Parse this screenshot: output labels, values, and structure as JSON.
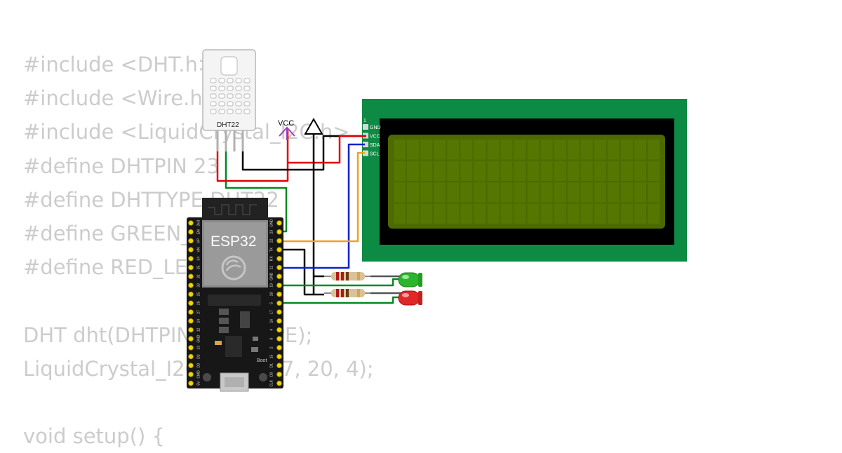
{
  "code_lines": [
    "#include <DHT.h>",
    "#include <Wire.h>",
    "#include <LiquidCrystal_I2C.h>",
    "#define DHTPIN 23",
    "#define DHTTYPE DHT22",
    "#define GREEN_LED 18",
    "#define RED_LED 5",
    "",
    "DHT dht(DHTPIN, DHTTYPE);",
    "LiquidCrystal_I2C lcd(0x27, 20, 4);",
    "",
    "void setup() {"
  ],
  "dht": {
    "label": "DHT22"
  },
  "power": {
    "vcc_label": "VCC"
  },
  "esp32": {
    "label": "ESP32",
    "boot_label": "Boot",
    "right_pins": [
      "GND",
      "23",
      "22",
      "TX",
      "RX",
      "21",
      "GND",
      "19",
      "18",
      "5",
      "17",
      "16",
      "4",
      "0",
      "2",
      "15",
      "D1",
      "D0",
      "CLK"
    ],
    "left_pins": [
      "3V3",
      "EN",
      "VP",
      "VN",
      "34",
      "35",
      "32",
      "33",
      "25",
      "26",
      "27",
      "14",
      "12",
      "GND",
      "13",
      "D2",
      "D3",
      "CMD",
      "5V"
    ]
  },
  "lcd": {
    "pin_header_number": "1",
    "pins": [
      "GND",
      "VCC",
      "SDA",
      "SCL"
    ],
    "cols": 20,
    "rows": 4
  },
  "leds": [
    {
      "color": "green"
    },
    {
      "color": "red"
    }
  ],
  "colors": {
    "code_text": "#cccccc",
    "lcd_pcb": "#0d8a43",
    "lcd_screen": "#4c6a00",
    "wire_black": "#000000",
    "wire_red": "#e00000",
    "wire_green": "#00891f",
    "wire_blue": "#1020d0",
    "wire_orange": "#f2a01c",
    "vcc_symbol": "#9b3fbf",
    "led_green": "#2cb52c",
    "led_red": "#e02828"
  }
}
